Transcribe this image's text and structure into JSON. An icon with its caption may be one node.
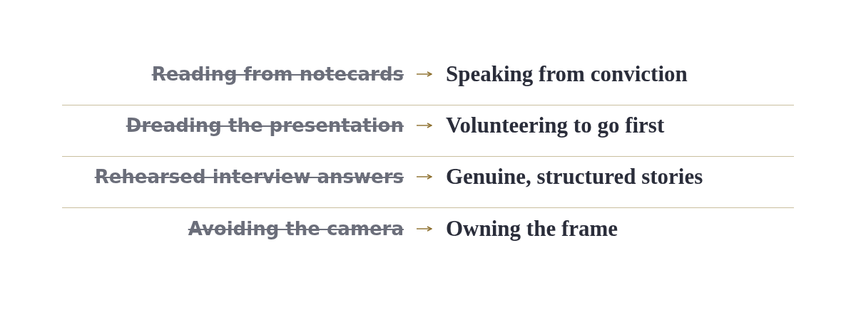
{
  "diagram": {
    "nodes": [
      {
        "text": [
          "Reading from notecards"
        ]
      },
      {
        "text": [
          "Speaking from conviction"
        ]
      },
      {
        "text": [
          "Dreading the presentation"
        ]
      },
      {
        "text": [
          "Volunteering to go first"
        ]
      },
      {
        "text": [
          "Rehearsed interview answers"
        ]
      },
      {
        "text": [
          "Genuine, structured stories"
        ]
      },
      {
        "text": [
          "Avoiding the camera"
        ]
      },
      {
        "text": [
          "Owning the frame"
        ]
      }
    ],
    "edges": [
      {
        "from": 0,
        "to": 1,
        "arrow": "to"
      },
      {
        "from": 2,
        "to": 3,
        "arrow": "to"
      },
      {
        "from": 4,
        "to": 5,
        "arrow": "to"
      },
      {
        "from": 6,
        "to": 7,
        "arrow": "to"
      }
    ]
  }
}
